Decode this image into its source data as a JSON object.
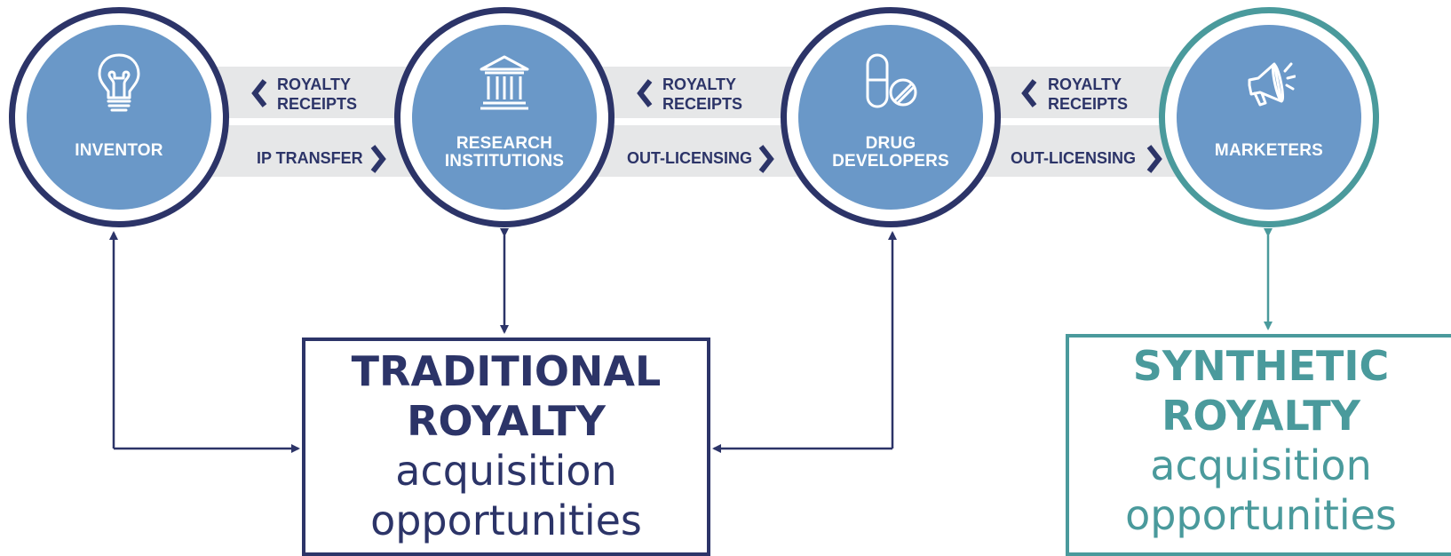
{
  "colors": {
    "navy": "#2c3468",
    "teal": "#4a9a9c",
    "circle_fill": "#6a98c8",
    "band": "#e6e7e8"
  },
  "nodes": [
    {
      "id": "inventor",
      "label": [
        "INVENTOR"
      ],
      "icon": "lightbulb-icon",
      "ring": "navy"
    },
    {
      "id": "research",
      "label": [
        "RESEARCH",
        "INSTITUTIONS"
      ],
      "icon": "institution-icon",
      "ring": "navy"
    },
    {
      "id": "drug",
      "label": [
        "DRUG",
        "DEVELOPERS"
      ],
      "icon": "pills-icon",
      "ring": "navy"
    },
    {
      "id": "marketers",
      "label": [
        "MARKETERS"
      ],
      "icon": "megaphone-icon",
      "ring": "teal"
    }
  ],
  "flows": [
    {
      "top": [
        "ROYALTY",
        "RECEIPTS"
      ],
      "bottom": "IP TRANSFER"
    },
    {
      "top": [
        "ROYALTY",
        "RECEIPTS"
      ],
      "bottom": "OUT-LICENSING"
    },
    {
      "top": [
        "ROYALTY",
        "RECEIPTS"
      ],
      "bottom": "OUT-LICENSING"
    }
  ],
  "boxes": {
    "traditional": {
      "line1": "TRADITIONAL",
      "line2": "ROYALTY",
      "line3": "acquisition",
      "line4": "opportunities"
    },
    "synthetic": {
      "line1": "SYNTHETIC",
      "line2": "ROYALTY",
      "line3": "acquisition",
      "line4": "opportunities"
    }
  }
}
